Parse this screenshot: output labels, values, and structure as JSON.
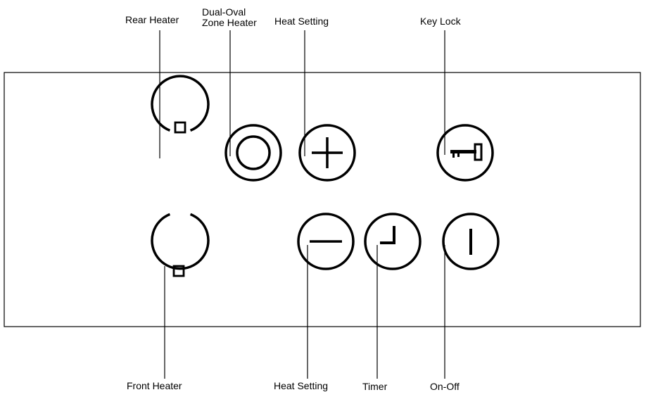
{
  "labels": {
    "rear_heater": "Rear Heater",
    "dual_oval_line1": "Dual-Oval",
    "dual_oval_line2": "Zone Heater",
    "heat_setting_top": "Heat Setting",
    "key_lock": "Key Lock",
    "front_heater": "Front Heater",
    "heat_setting_bottom": "Heat Setting",
    "timer": "Timer",
    "on_off": "On-Off"
  },
  "icons": {
    "rear_heater": "circle-with-top-square-icon",
    "dual_oval": "double-ring-icon",
    "heat_up": "plus-icon",
    "key_lock": "key-icon",
    "front_heater": "circle-with-bottom-square-icon",
    "heat_down": "minus-icon",
    "timer": "clock-icon",
    "on_off": "power-icon"
  },
  "colors": {
    "ink": "#000000",
    "background": "#ffffff"
  }
}
